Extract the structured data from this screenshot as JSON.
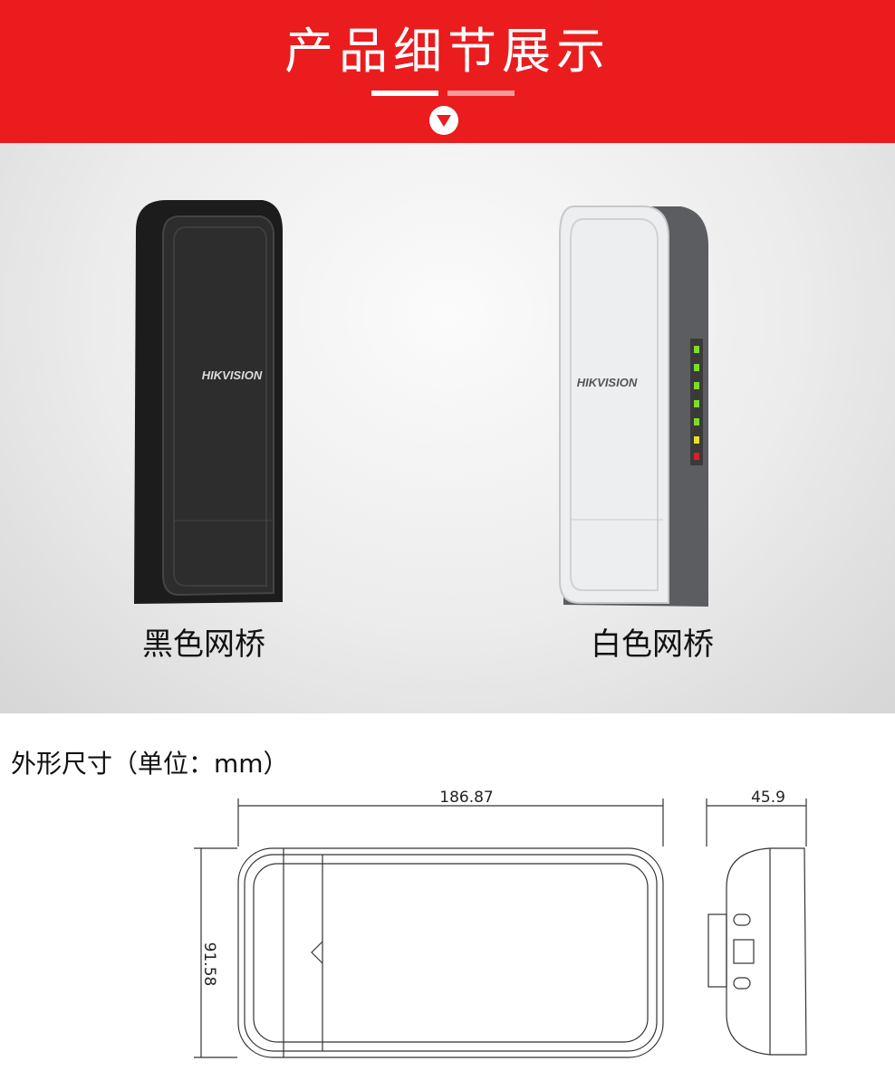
{
  "header": {
    "title": "产品细节展示",
    "icon": "chevron-down-circle-icon",
    "accent": "#ea1c1e"
  },
  "products": [
    {
      "label": "黑色网桥",
      "logo": "HIKVISION",
      "color": "#2a2a2a"
    },
    {
      "label": "白色网桥",
      "logo": "HIKVISION",
      "color": "#e6e8ea"
    }
  ],
  "dimensions": {
    "title": "外形尺寸（单位：mm）",
    "length": "186.87",
    "height": "91.58",
    "depth": "45.9"
  }
}
